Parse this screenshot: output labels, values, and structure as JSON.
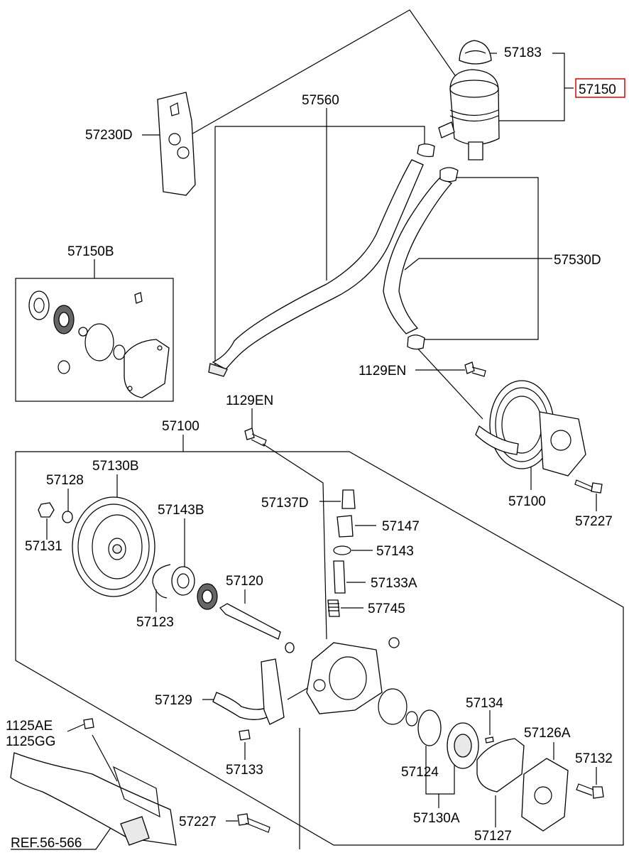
{
  "labels": {
    "l57183": "57183",
    "l57150": "57150",
    "l57560": "57560",
    "l57230D": "57230D",
    "l57530D": "57530D",
    "l57150B": "57150B",
    "l1129EN_a": "1129EN",
    "l1129EN_b": "1129EN",
    "l57100_a": "57100",
    "l57100_b": "57100",
    "l57227_a": "57227",
    "l57227_b": "57227",
    "l57130B": "57130B",
    "l57128": "57128",
    "l57131": "57131",
    "l57143B": "57143B",
    "l57137D": "57137D",
    "l57147": "57147",
    "l57143": "57143",
    "l57133A": "57133A",
    "l57120": "57120",
    "l57123": "57123",
    "l57745": "57745",
    "l57129": "57129",
    "l57134": "57134",
    "l57126A": "57126A",
    "l57132": "57132",
    "l57124": "57124",
    "l57133": "57133",
    "l1125AE": "1125AE",
    "l1125GG": "1125GG",
    "l57130A": "57130A",
    "l57127": "57127",
    "lref": "REF.56-566"
  },
  "highlight_color": "#e00000"
}
